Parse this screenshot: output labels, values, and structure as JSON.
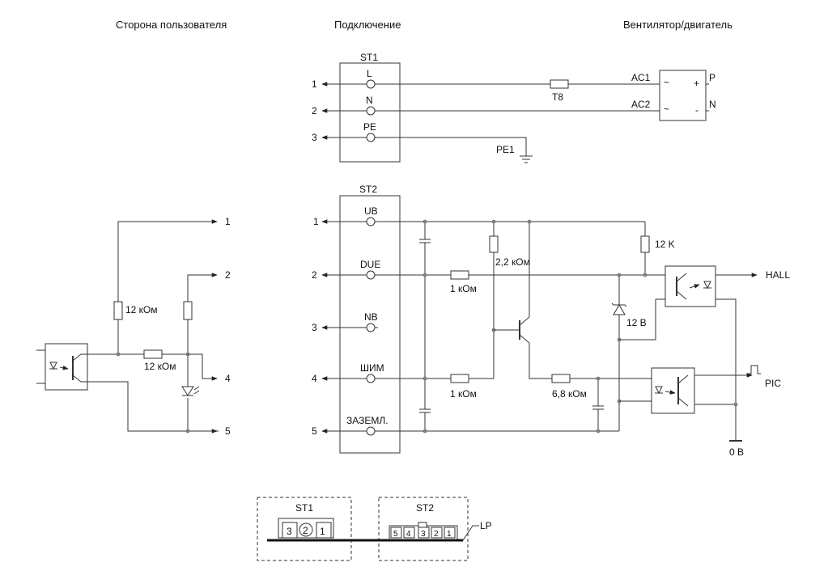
{
  "headers": {
    "user_side": "Сторона пользователя",
    "connection": "Подключение",
    "fan_motor": "Вентилятор/двигатель"
  },
  "st1": {
    "title": "ST1",
    "pins": [
      {
        "num": "1",
        "name": "L"
      },
      {
        "num": "2",
        "name": "N"
      },
      {
        "num": "3",
        "name": "PE"
      }
    ],
    "fuse": "T8",
    "pe_label": "PE1",
    "ac1": "AC1",
    "ac2": "AC2",
    "p": "P",
    "n": "N",
    "plus": "+",
    "minus_l": "-",
    "tilde_top": "~",
    "tilde_bot": "~",
    "minus_r": "-"
  },
  "st2": {
    "title": "ST2",
    "pins": [
      {
        "num": "1",
        "name": "UB"
      },
      {
        "num": "2",
        "name": "DUE"
      },
      {
        "num": "3",
        "name": "NB"
      },
      {
        "num": "4",
        "name": "ШИМ"
      },
      {
        "num": "5",
        "name": "ЗАЗЕМЛ."
      }
    ],
    "r_2_2k": "2,2 кОм",
    "r_1k_due": "1 кОм",
    "r_1k_pwm": "1 кОм",
    "r_12k": "12 K",
    "r_6_8k": "6,8 кОм",
    "zener": "12 B",
    "hall": "HALL",
    "pic": "PIC",
    "zero_v": "0 B"
  },
  "user": {
    "pins": [
      "1",
      "2",
      "4",
      "5"
    ],
    "r_12k_vert": "12 кОм",
    "r_12k_horiz": "12 кОм"
  },
  "connectors": {
    "st1_title": "ST1",
    "st1_pins": [
      "3",
      "2",
      "1"
    ],
    "st2_title": "ST2",
    "st2_pins": [
      "5",
      "4",
      "3",
      "2",
      "1"
    ],
    "lp": "LP"
  }
}
